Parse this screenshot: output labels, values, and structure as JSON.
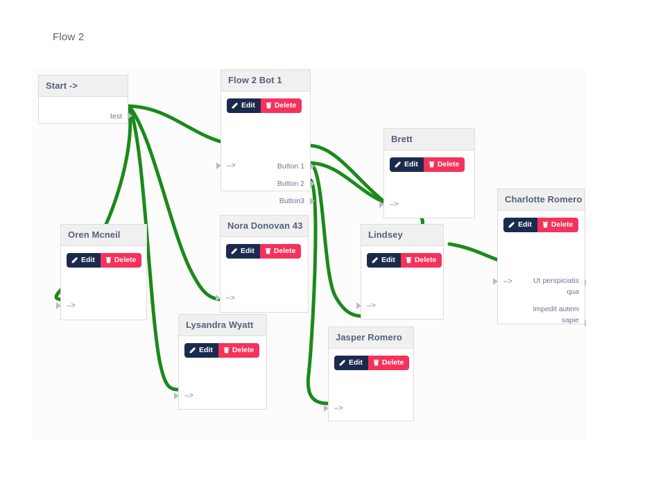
{
  "page": {
    "flow_title": "Flow 2",
    "canvas_background": "#fcfcfc",
    "edge_color": "#1a8a1a",
    "node_header_background": "#f0f0f0",
    "node_title_color": "#55607e"
  },
  "buttons": {
    "edit_label": "Edit",
    "delete_label": "Delete",
    "edit_color": "#1c2a4e",
    "delete_color": "#f5325b"
  },
  "nodes": [
    {
      "id": "start",
      "title": "Start ->",
      "has_actions": false,
      "inputs": [],
      "outputs": [
        "test"
      ]
    },
    {
      "id": "flow-2-bot-1",
      "title": "Flow 2 Bot 1",
      "has_actions": true,
      "inputs": [
        "-->"
      ],
      "outputs": [
        "Button 1",
        "Button 2",
        "Button3"
      ]
    },
    {
      "id": "oren-mcneil",
      "title": "Oren Mcneil",
      "has_actions": true,
      "inputs": [
        "-->"
      ],
      "outputs": []
    },
    {
      "id": "nora-donovan-43",
      "title": "Nora Donovan 43",
      "has_actions": true,
      "inputs": [
        "-->"
      ],
      "outputs": []
    },
    {
      "id": "lysandra-wyatt",
      "title": "Lysandra Wyatt",
      "has_actions": true,
      "inputs": [
        "-->"
      ],
      "outputs": []
    },
    {
      "id": "jasper-romero",
      "title": "Jasper Romero",
      "has_actions": true,
      "inputs": [
        "-->"
      ],
      "outputs": []
    },
    {
      "id": "brett",
      "title": "Brett",
      "has_actions": true,
      "inputs": [
        "-->"
      ],
      "outputs": []
    },
    {
      "id": "lindsey",
      "title": "Lindsey",
      "has_actions": true,
      "inputs": [
        "-->"
      ],
      "outputs": []
    },
    {
      "id": "charlotte-romero",
      "title": "Charlotte Romero",
      "has_actions": true,
      "inputs": [
        "-->"
      ],
      "outputs": [
        "Ut perspiciatis qua",
        "Impedit autem sapie"
      ]
    }
  ],
  "edges": [
    {
      "from": "start.test",
      "to": "flow-2-bot-1.in"
    },
    {
      "from": "start.test",
      "to": "oren-mcneil.in"
    },
    {
      "from": "start.test",
      "to": "nora-donovan-43.in"
    },
    {
      "from": "start.test",
      "to": "lysandra-wyatt.in"
    },
    {
      "from": "flow-2-bot-1.Button 1",
      "to": "brett.in"
    },
    {
      "from": "flow-2-bot-1.Button 2",
      "to": "brett.in"
    },
    {
      "from": "flow-2-bot-1.Button 2",
      "to": "lindsey.in"
    },
    {
      "from": "flow-2-bot-1.Button3",
      "to": "jasper-romero.in"
    },
    {
      "from": "brett.out",
      "to": "lindsey.in"
    },
    {
      "from": "lindsey.out",
      "to": "charlotte-romero.in"
    }
  ]
}
